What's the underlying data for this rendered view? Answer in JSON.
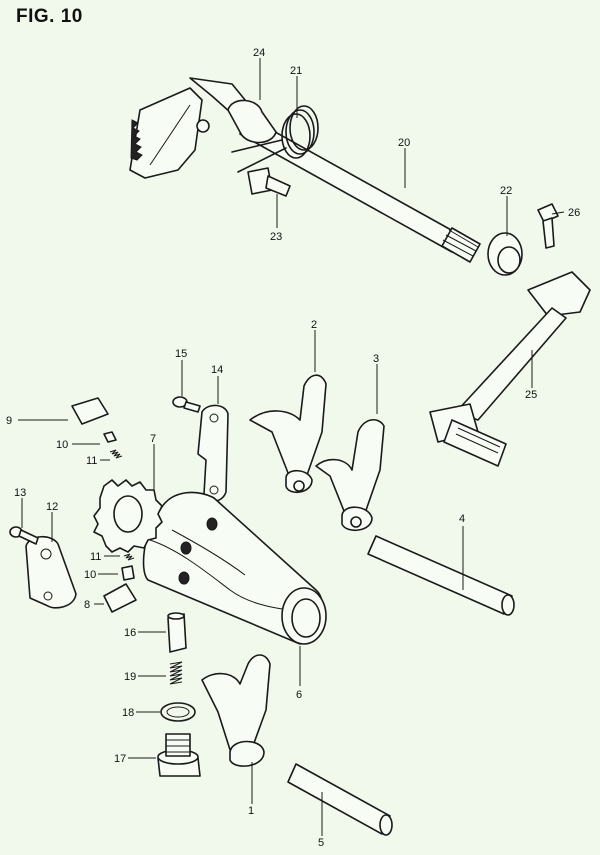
{
  "title": "FIG. 10",
  "part_labels": {
    "p1": "1",
    "p2": "2",
    "p3": "3",
    "p4": "4",
    "p5": "5",
    "p6": "6",
    "p7": "7",
    "p8": "8",
    "p9": "9",
    "p10a": "10",
    "p10b": "10",
    "p11a": "11",
    "p11b": "11",
    "p12": "12",
    "p13": "13",
    "p14": "14",
    "p15": "15",
    "p16": "16",
    "p17": "17",
    "p18": "18",
    "p19": "19",
    "p20": "20",
    "p21": "21",
    "p22": "22",
    "p23": "23",
    "p24": "24",
    "p25": "25",
    "p26": "26"
  },
  "colors": {
    "background": "#f0f9ec",
    "ink": "#1a1a1a"
  }
}
